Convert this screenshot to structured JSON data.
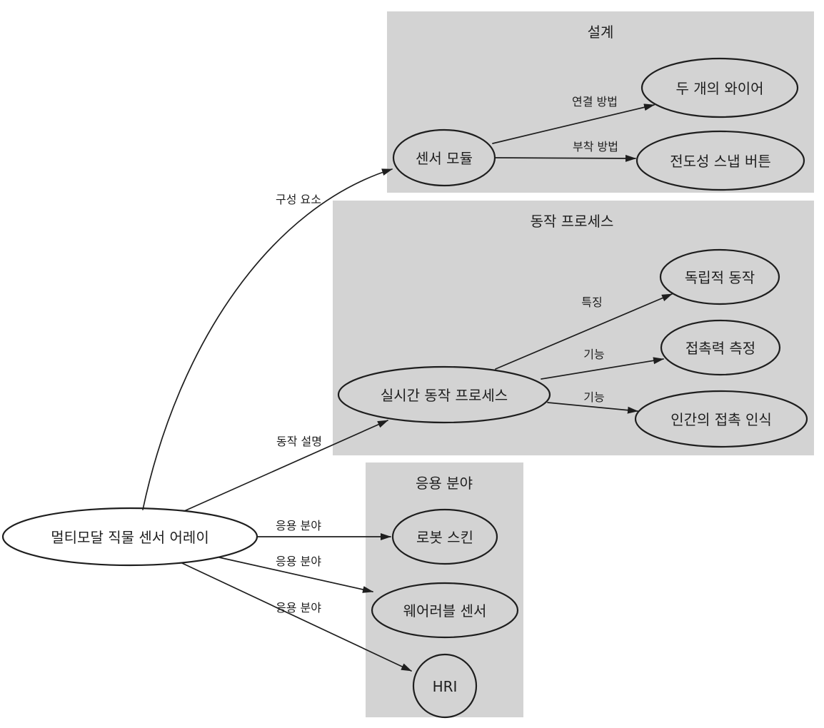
{
  "diagram": {
    "type": "concept-map",
    "colors": {
      "background": "#ffffff",
      "cluster_fill": "#d3d3d3",
      "stroke": "#1e1e1e",
      "text": "#1e1e1e"
    },
    "root": {
      "label": "멀티모달 직물 센서 어레이"
    },
    "clusters": [
      {
        "label": "설계",
        "nodes": [
          {
            "label": "센서 모듈"
          },
          {
            "label": "두 개의 와이어"
          },
          {
            "label": "전도성 스냅 버튼"
          }
        ]
      },
      {
        "label": "동작 프로세스",
        "nodes": [
          {
            "label": "실시간 동작 프로세스"
          },
          {
            "label": "독립적 동작"
          },
          {
            "label": "접촉력 측정"
          },
          {
            "label": "인간의 접촉 인식"
          }
        ]
      },
      {
        "label": "응용 분야",
        "nodes": [
          {
            "label": "로봇 스킨"
          },
          {
            "label": "웨어러블 센서"
          },
          {
            "label": "HRI"
          }
        ]
      }
    ],
    "edges": [
      {
        "from": "멀티모달 직물 센서 어레이",
        "to": "센서 모듈",
        "label": "구성 요소"
      },
      {
        "from": "멀티모달 직물 센서 어레이",
        "to": "실시간 동작 프로세스",
        "label": "동작 설명"
      },
      {
        "from": "멀티모달 직물 센서 어레이",
        "to": "로봇 스킨",
        "label": "응용 분야"
      },
      {
        "from": "멀티모달 직물 센서 어레이",
        "to": "웨어러블 센서",
        "label": "응용 분야"
      },
      {
        "from": "멀티모달 직물 센서 어레이",
        "to": "HRI",
        "label": "응용 분야"
      },
      {
        "from": "센서 모듈",
        "to": "두 개의 와이어",
        "label": "연결 방법"
      },
      {
        "from": "센서 모듈",
        "to": "전도성 스냅 버튼",
        "label": "부착 방법"
      },
      {
        "from": "실시간 동작 프로세스",
        "to": "독립적 동작",
        "label": "특징"
      },
      {
        "from": "실시간 동작 프로세스",
        "to": "접촉력 측정",
        "label": "기능"
      },
      {
        "from": "실시간 동작 프로세스",
        "to": "인간의 접촉 인식",
        "label": "기능"
      }
    ]
  }
}
